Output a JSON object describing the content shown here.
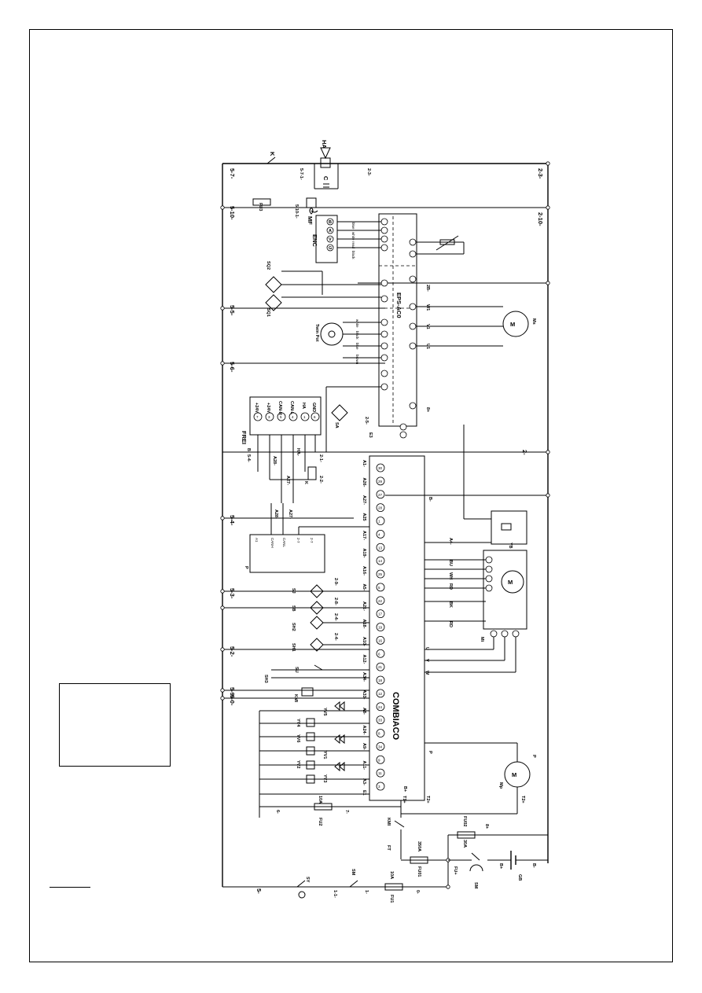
{
  "diagram": {
    "main_controller_label": "COMBIACO",
    "eps_controller_label": "EPS-AC0",
    "display_label": "FREI",
    "display_pins": [
      {
        "num": "7",
        "name": "+24V"
      },
      {
        "num": "3",
        "name": "+24V"
      },
      {
        "num": "5",
        "name": "CAN-H"
      },
      {
        "num": "4",
        "name": "CAN-L"
      },
      {
        "num": "1",
        "name": "HA"
      },
      {
        "num": "6",
        "name": "GND"
      }
    ],
    "can_block_label": "P",
    "can_block_pins": [
      "A1",
      "CANH",
      "CANL",
      "2-7",
      "2-7"
    ],
    "encoder_label": "ENC",
    "encoder_pins": [
      "G",
      "V",
      "A",
      "B"
    ],
    "encoder_wires": [
      "blue",
      "white",
      "read",
      "black"
    ],
    "twin_pot_label": "Twin Pot",
    "twin_pot_wires": [
      "white",
      "black",
      "blue",
      "brown"
    ],
    "combi_pins": [
      "30",
      "29",
      "27",
      "28",
      "1",
      "4",
      "13",
      "14",
      "25",
      "5",
      "22",
      "17",
      "19",
      "16",
      "6",
      "21",
      "18",
      "12",
      "24",
      "33",
      "8",
      "34",
      "9",
      "11",
      "3"
    ],
    "combi_wires": [
      "A1-",
      "A26-",
      "A27-",
      "A25",
      "A17-",
      "A19-",
      "A16-",
      "A5-",
      "A21-",
      "A18-",
      "A10-",
      "A12-",
      "A34-",
      "A33-",
      "A8-",
      "A24-",
      "A9-",
      "A11-",
      "A3-"
    ],
    "components": [
      {
        "id": "K",
        "desc": "key switch"
      },
      {
        "id": "HA",
        "desc": "horn"
      },
      {
        "id": "C",
        "desc": "capacitor"
      },
      {
        "id": "MF",
        "desc": "fan"
      },
      {
        "id": "FU3",
        "desc": "fuse"
      },
      {
        "id": "SQ2",
        "desc": "sensor"
      },
      {
        "id": "SQ1",
        "desc": "sensor"
      },
      {
        "id": "SA",
        "desc": "sensor"
      },
      {
        "id": "SJ",
        "desc": "sensor"
      },
      {
        "id": "SB",
        "desc": "sensor"
      },
      {
        "id": "SH2",
        "desc": "sensor"
      },
      {
        "id": "SH1",
        "desc": "sensor"
      },
      {
        "id": "SH3",
        "desc": "switch"
      },
      {
        "id": "SU",
        "desc": "switch"
      },
      {
        "id": "KMI",
        "desc": "contactor"
      },
      {
        "id": "YV5",
        "desc": "valve"
      },
      {
        "id": "YV4",
        "desc": "valve"
      },
      {
        "id": "YV6",
        "desc": "valve"
      },
      {
        "id": "YV1",
        "desc": "valve"
      },
      {
        "id": "YV2",
        "desc": "valve"
      },
      {
        "id": "YV3",
        "desc": "valve"
      },
      {
        "id": "FU2",
        "desc": "fuse 10A"
      },
      {
        "id": "FU1",
        "desc": "fuse 10A"
      },
      {
        "id": "FU01",
        "desc": "fuse 350A"
      },
      {
        "id": "FU02",
        "desc": "fuse 30A"
      },
      {
        "id": "FT",
        "desc": "main"
      },
      {
        "id": "SM",
        "desc": "switch"
      },
      {
        "id": "SY",
        "desc": "emergency switch"
      },
      {
        "id": "GB",
        "desc": "battery"
      },
      {
        "id": "Mp",
        "desc": "pump motor"
      },
      {
        "id": "Mi",
        "desc": "traction motor"
      },
      {
        "id": "Ms",
        "desc": "steering motor"
      },
      {
        "id": "YB",
        "desc": "brake"
      }
    ],
    "rail_labels_top": [
      "5-7-",
      "5-10-",
      "5-5-",
      "5-6-",
      "5-4-",
      "5-3-",
      "5-2-",
      "5-9-",
      "5-0-",
      "5-"
    ],
    "rail_labels_right": [
      "2-3-",
      "2-10-",
      "2-"
    ],
    "fuse_ratings": {
      "fu2": "10A",
      "fu1": "10A",
      "fu01": "350A",
      "fu02": "30A"
    },
    "misc_labels": {
      "b_plus": "B+",
      "b_minus": "B-",
      "t1_plus": "T1+",
      "t2_plus": "T2+",
      "u": "U",
      "v": "V",
      "w": "W",
      "u1": "U1",
      "v1": "V1",
      "w1": "W1",
      "e1": "E1",
      "e3": "E3",
      "p": "P",
      "zero": "0-",
      "one": "1-",
      "one_one": "1-1-",
      "seven": "7-",
      "six": "6-",
      "fu_plus": "FU+",
      "b_plus_n": "8+",
      "label_2_1": "2-1-",
      "label_2_2": "2-2-",
      "label_2_9": "2-9-",
      "label_2_8": "2-8-",
      "label_2_4": "2-4-",
      "label_2_5": "2-5-"
    }
  }
}
